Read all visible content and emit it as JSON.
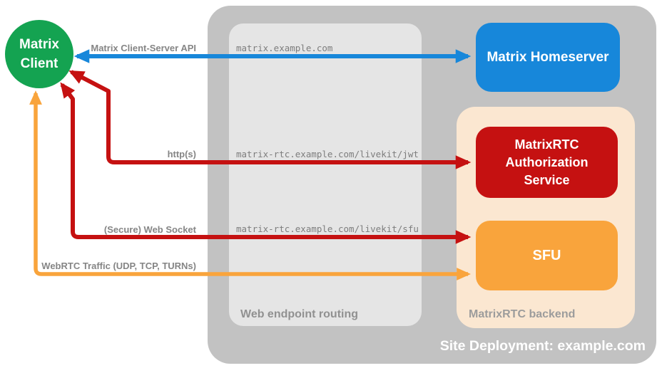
{
  "colors": {
    "green": "#14a351",
    "blue": "#1787da",
    "red": "#c51111",
    "orange": "#f9a43c",
    "peach": "#fbe7d1",
    "container_gray": "#c2c2c2",
    "routing_gray": "#e5e5e5",
    "label_gray": "#858585"
  },
  "nodes": {
    "client": {
      "line1": "Matrix",
      "line2": "Client"
    },
    "homeserver": {
      "label": "Matrix Homeserver"
    },
    "auth_service": {
      "line1": "MatrixRTC",
      "line2": "Authorization",
      "line3": "Service"
    },
    "sfu": {
      "label": "SFU"
    }
  },
  "connections": [
    {
      "label": "Matrix Client-Server API",
      "route": "matrix.example.com"
    },
    {
      "label": "http(s)",
      "route": "matrix-rtc.example.com/livekit/jwt"
    },
    {
      "label": "(Secure) Web Socket",
      "route": "matrix-rtc.example.com/livekit/sfu"
    },
    {
      "label": "WebRTC Traffic (UDP, TCP, TURNs)"
    }
  ],
  "groups": {
    "routing": {
      "label": "Web endpoint routing"
    },
    "backend": {
      "label": "MatrixRTC backend"
    },
    "deployment": {
      "label": "Site Deployment: example.com"
    }
  }
}
